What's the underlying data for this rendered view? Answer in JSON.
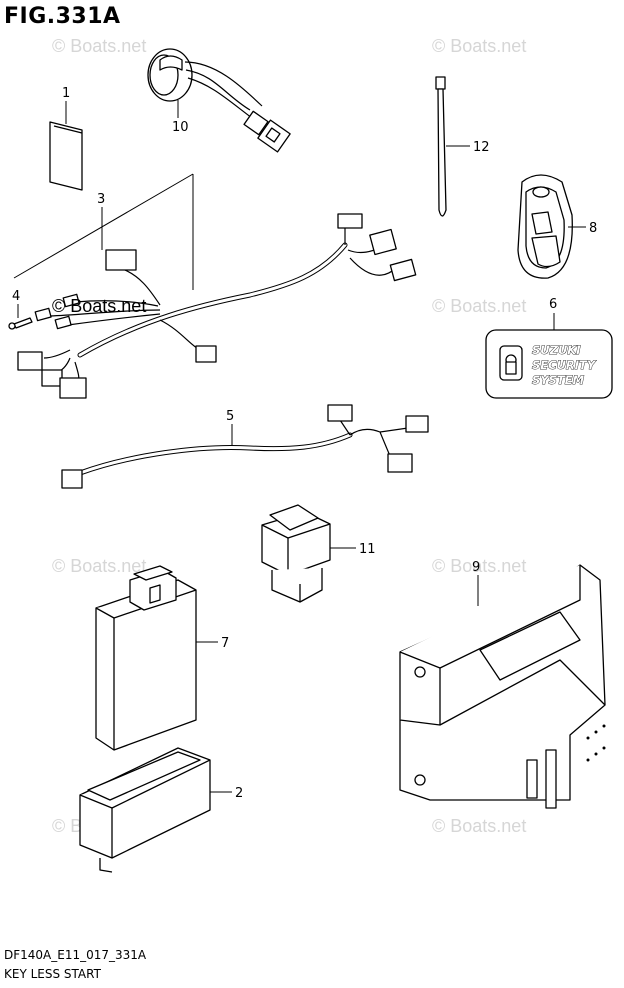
{
  "figure": {
    "title": "FIG.331A",
    "model_code": "DF140A_E11_017_331A",
    "section_name": "KEY LESS START"
  },
  "watermark": "© Boats.net",
  "callouts": [
    "1",
    "2",
    "3",
    "4",
    "5",
    "6",
    "7",
    "8",
    "9",
    "10",
    "11",
    "12"
  ],
  "decal": {
    "line1": "SUZUKI",
    "line2": "SECURITY",
    "line3": "SYSTEM"
  }
}
